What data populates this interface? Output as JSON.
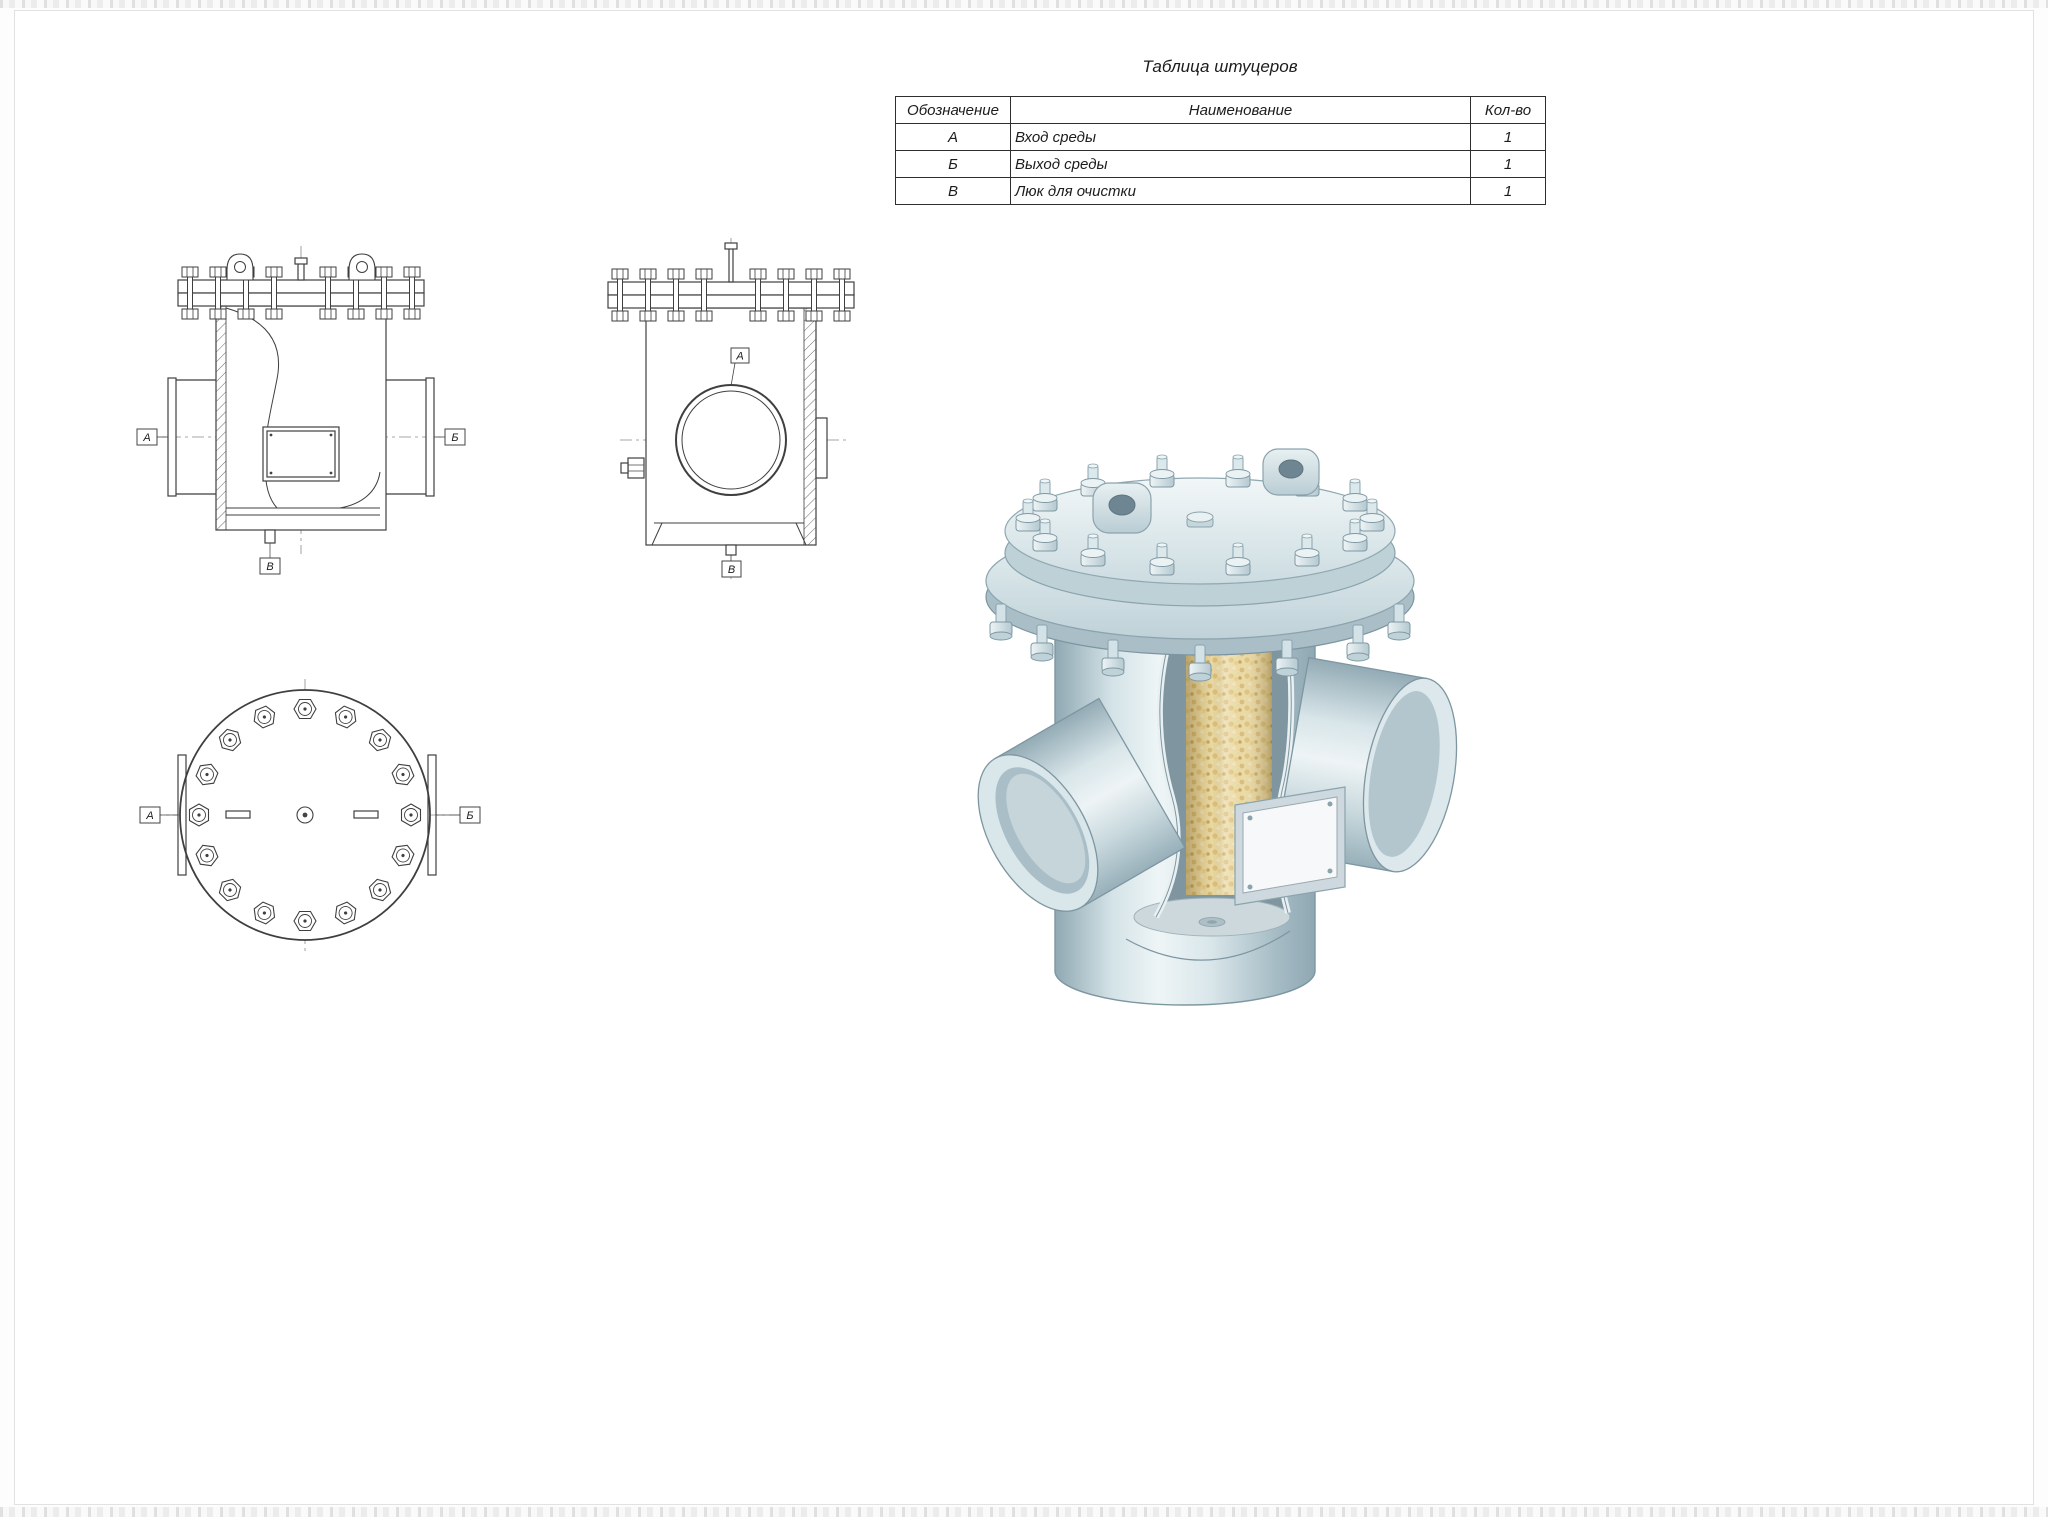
{
  "nozzle_table": {
    "title": "Таблица штуцеров",
    "headers": [
      "Обозначение",
      "Наименование",
      "Кол-во"
    ],
    "rows": [
      {
        "mark": "А",
        "name": "Вход среды",
        "qty": "1"
      },
      {
        "mark": "Б",
        "name": "Выход среды",
        "qty": "1"
      },
      {
        "mark": "В",
        "name": "Люк для очистки",
        "qty": "1"
      }
    ]
  },
  "labels": {
    "a": "А",
    "b": "Б",
    "v": "В"
  },
  "render_colors": {
    "steel_light": "#eef5f6",
    "steel_mid": "#c3d6db",
    "steel_dark": "#8fa8b2",
    "mesh_gold": "#ead9a4",
    "nameplate": "#f6f8f9",
    "line": "#3f3f3f"
  }
}
